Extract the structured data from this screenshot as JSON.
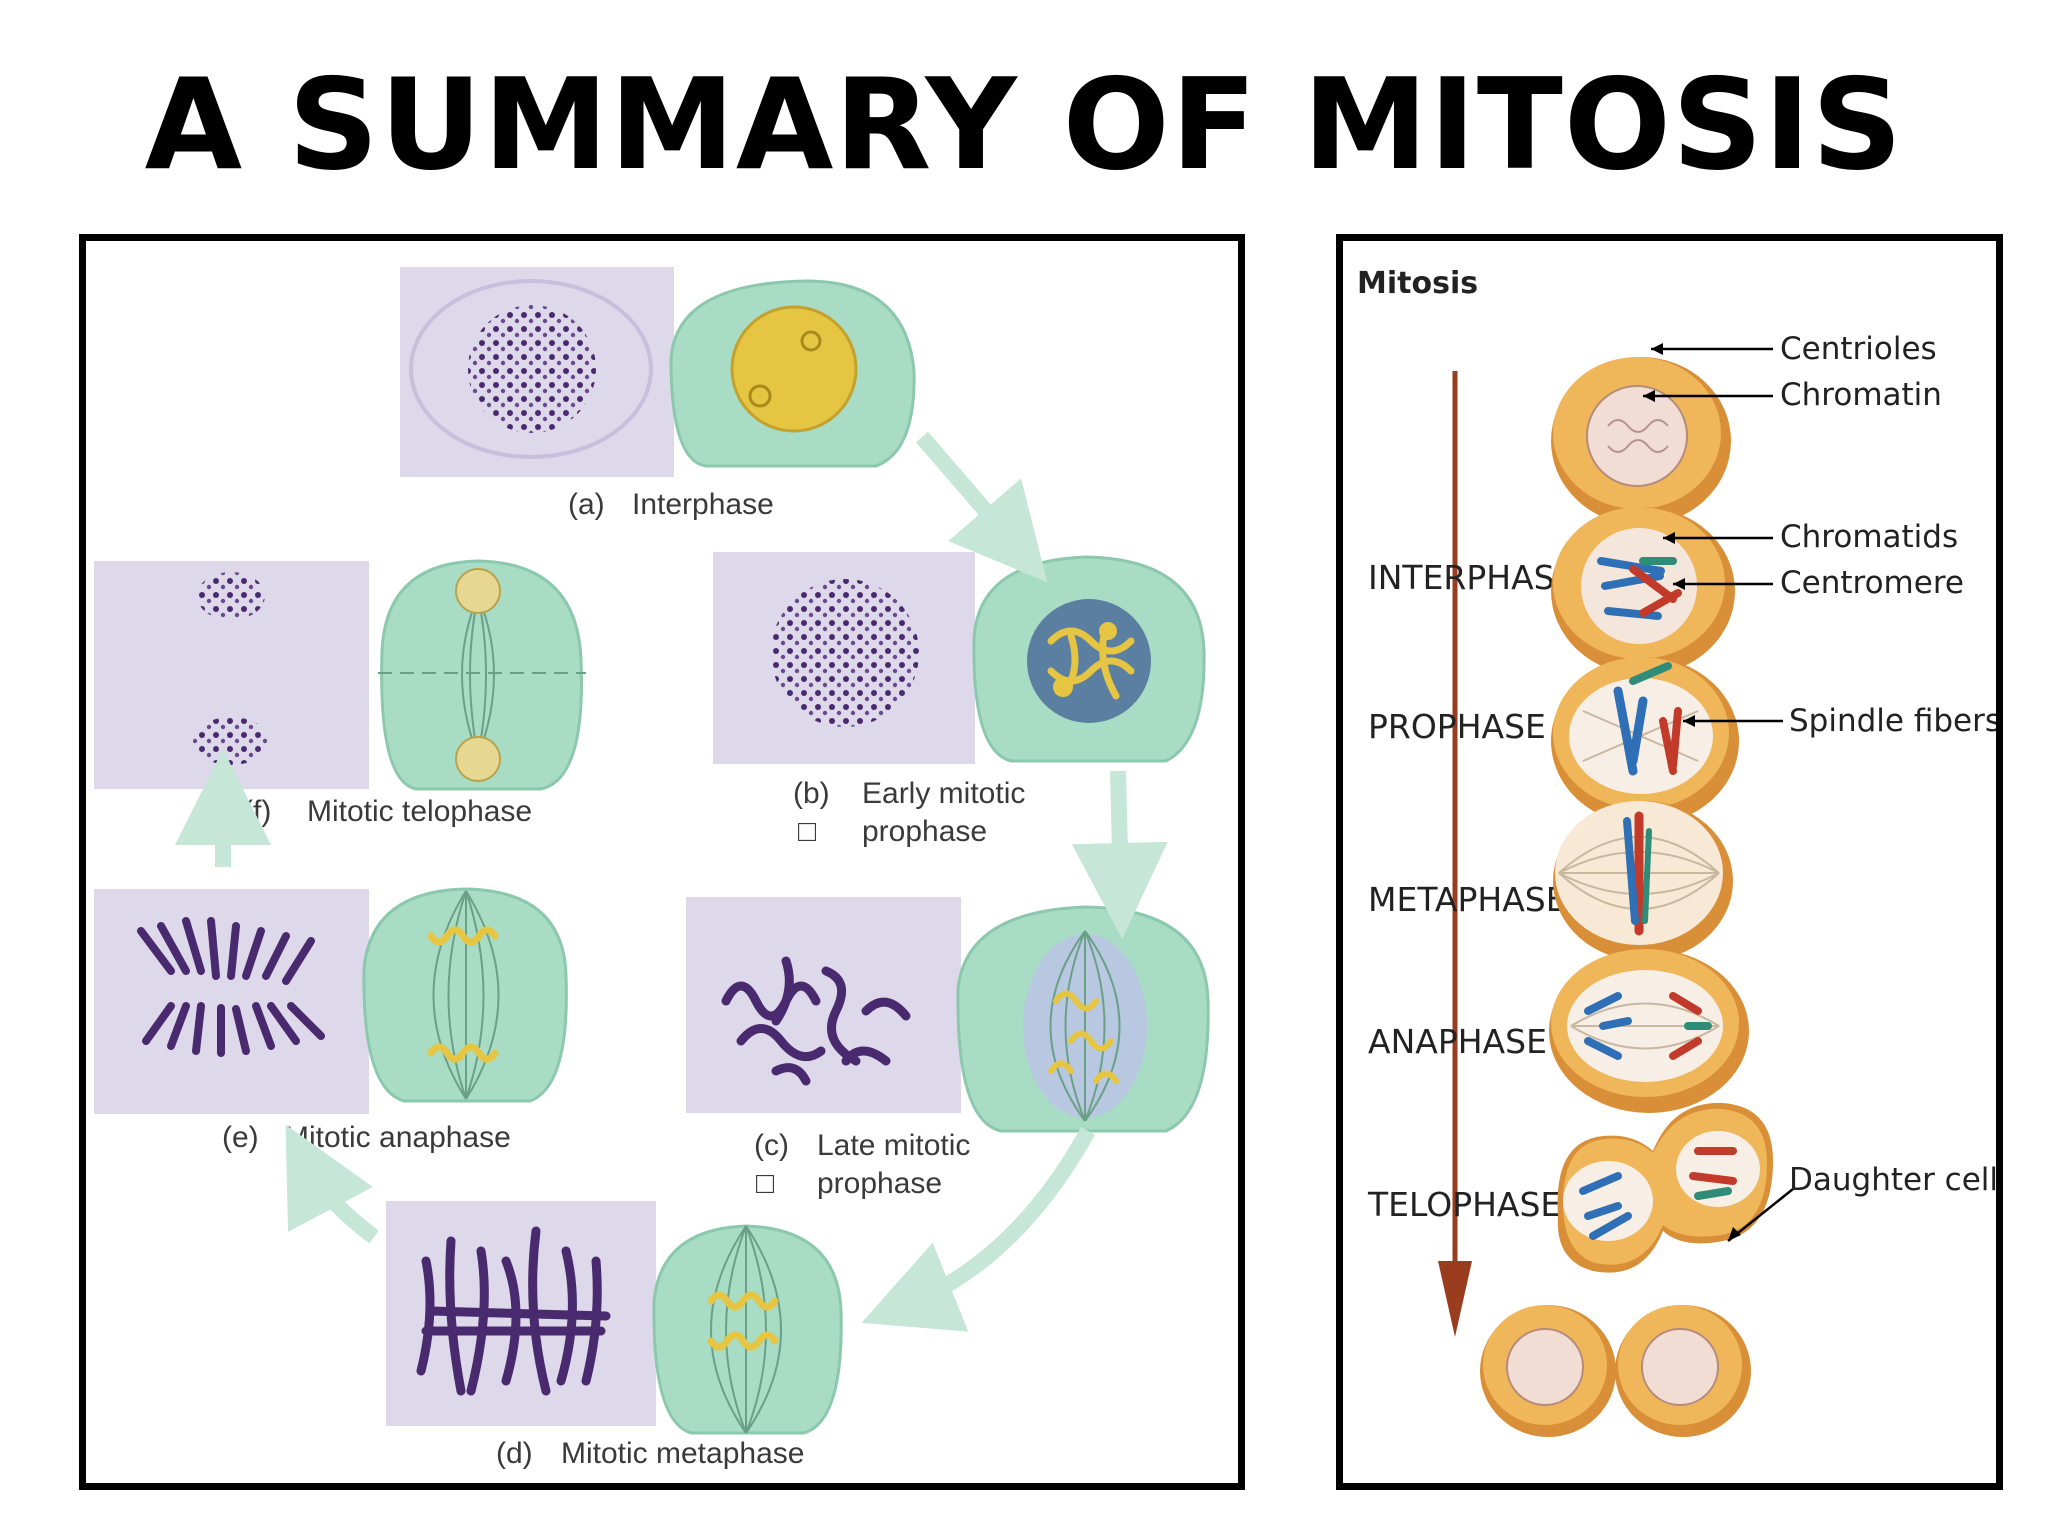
{
  "title": "A SUMMARY OF MITOSIS",
  "left": {
    "stages": [
      {
        "letter": "(a)",
        "line1": "Interphase",
        "line2": ""
      },
      {
        "letter": "(b)",
        "line1": "Early mitotic",
        "line2": "prophase"
      },
      {
        "letter": "(c)",
        "line1": "Late mitotic",
        "line2": "prophase"
      },
      {
        "letter": "(d)",
        "line1": "Mitotic metaphase",
        "line2": ""
      },
      {
        "letter": "(e)",
        "line1": "Mitotic anaphase",
        "line2": ""
      },
      {
        "letter": "(f)",
        "line1": "Mitotic telophase",
        "line2": ""
      }
    ],
    "box_glyph": "□"
  },
  "right": {
    "heading": "Mitosis",
    "phases": [
      "INTERPHASE",
      "PROPHASE",
      "METAPHASE",
      "ANAPHASE",
      "TELOPHASE"
    ],
    "callouts": [
      "Centrioles",
      "Chromatin",
      "Chromatids",
      "Centromere",
      "Spindle fibers",
      "Daughter cells"
    ]
  },
  "colors": {
    "cell_green": "#a8dcc4",
    "micro_bg": "#ddd8ea",
    "chromo_purple": "#4a2a6e",
    "chromo_yellow": "#e6c542",
    "arrow_green": "#c6e7d8",
    "cell_orange": "#efb65a",
    "arrow_brown": "#9a3d1f"
  }
}
